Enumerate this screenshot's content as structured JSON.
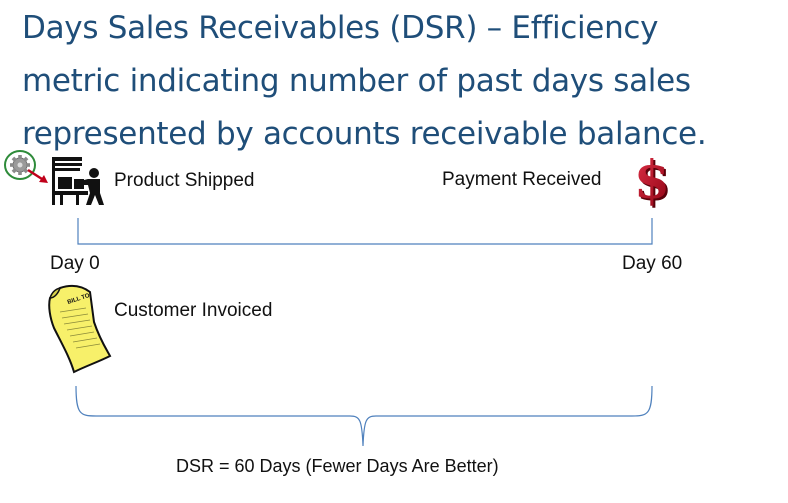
{
  "title_lines": [
    "Days Sales Receivables (DSR) – Efficiency",
    "metric indicating number of past days sales",
    "represented by accounts receivable balance."
  ],
  "events": {
    "product_shipped": "Product Shipped",
    "payment_received": "Payment Received",
    "customer_invoiced": "Customer Invoiced"
  },
  "timeline": {
    "start_label": "Day 0",
    "end_label": "Day 60"
  },
  "result": "DSR = 60 Days (Fewer Days Are Better)",
  "icons": {
    "shipping": "shipping-worker-icon",
    "gear": "gear-icon",
    "payment": "dollar-sign-icon",
    "invoice": "invoice-document-icon"
  },
  "colors": {
    "title": "#1f4e79",
    "bracket": "#4f81bd",
    "dollar": "#c0001a",
    "invoice": "#f7f06a",
    "gear_ring": "#2e8b3a"
  }
}
